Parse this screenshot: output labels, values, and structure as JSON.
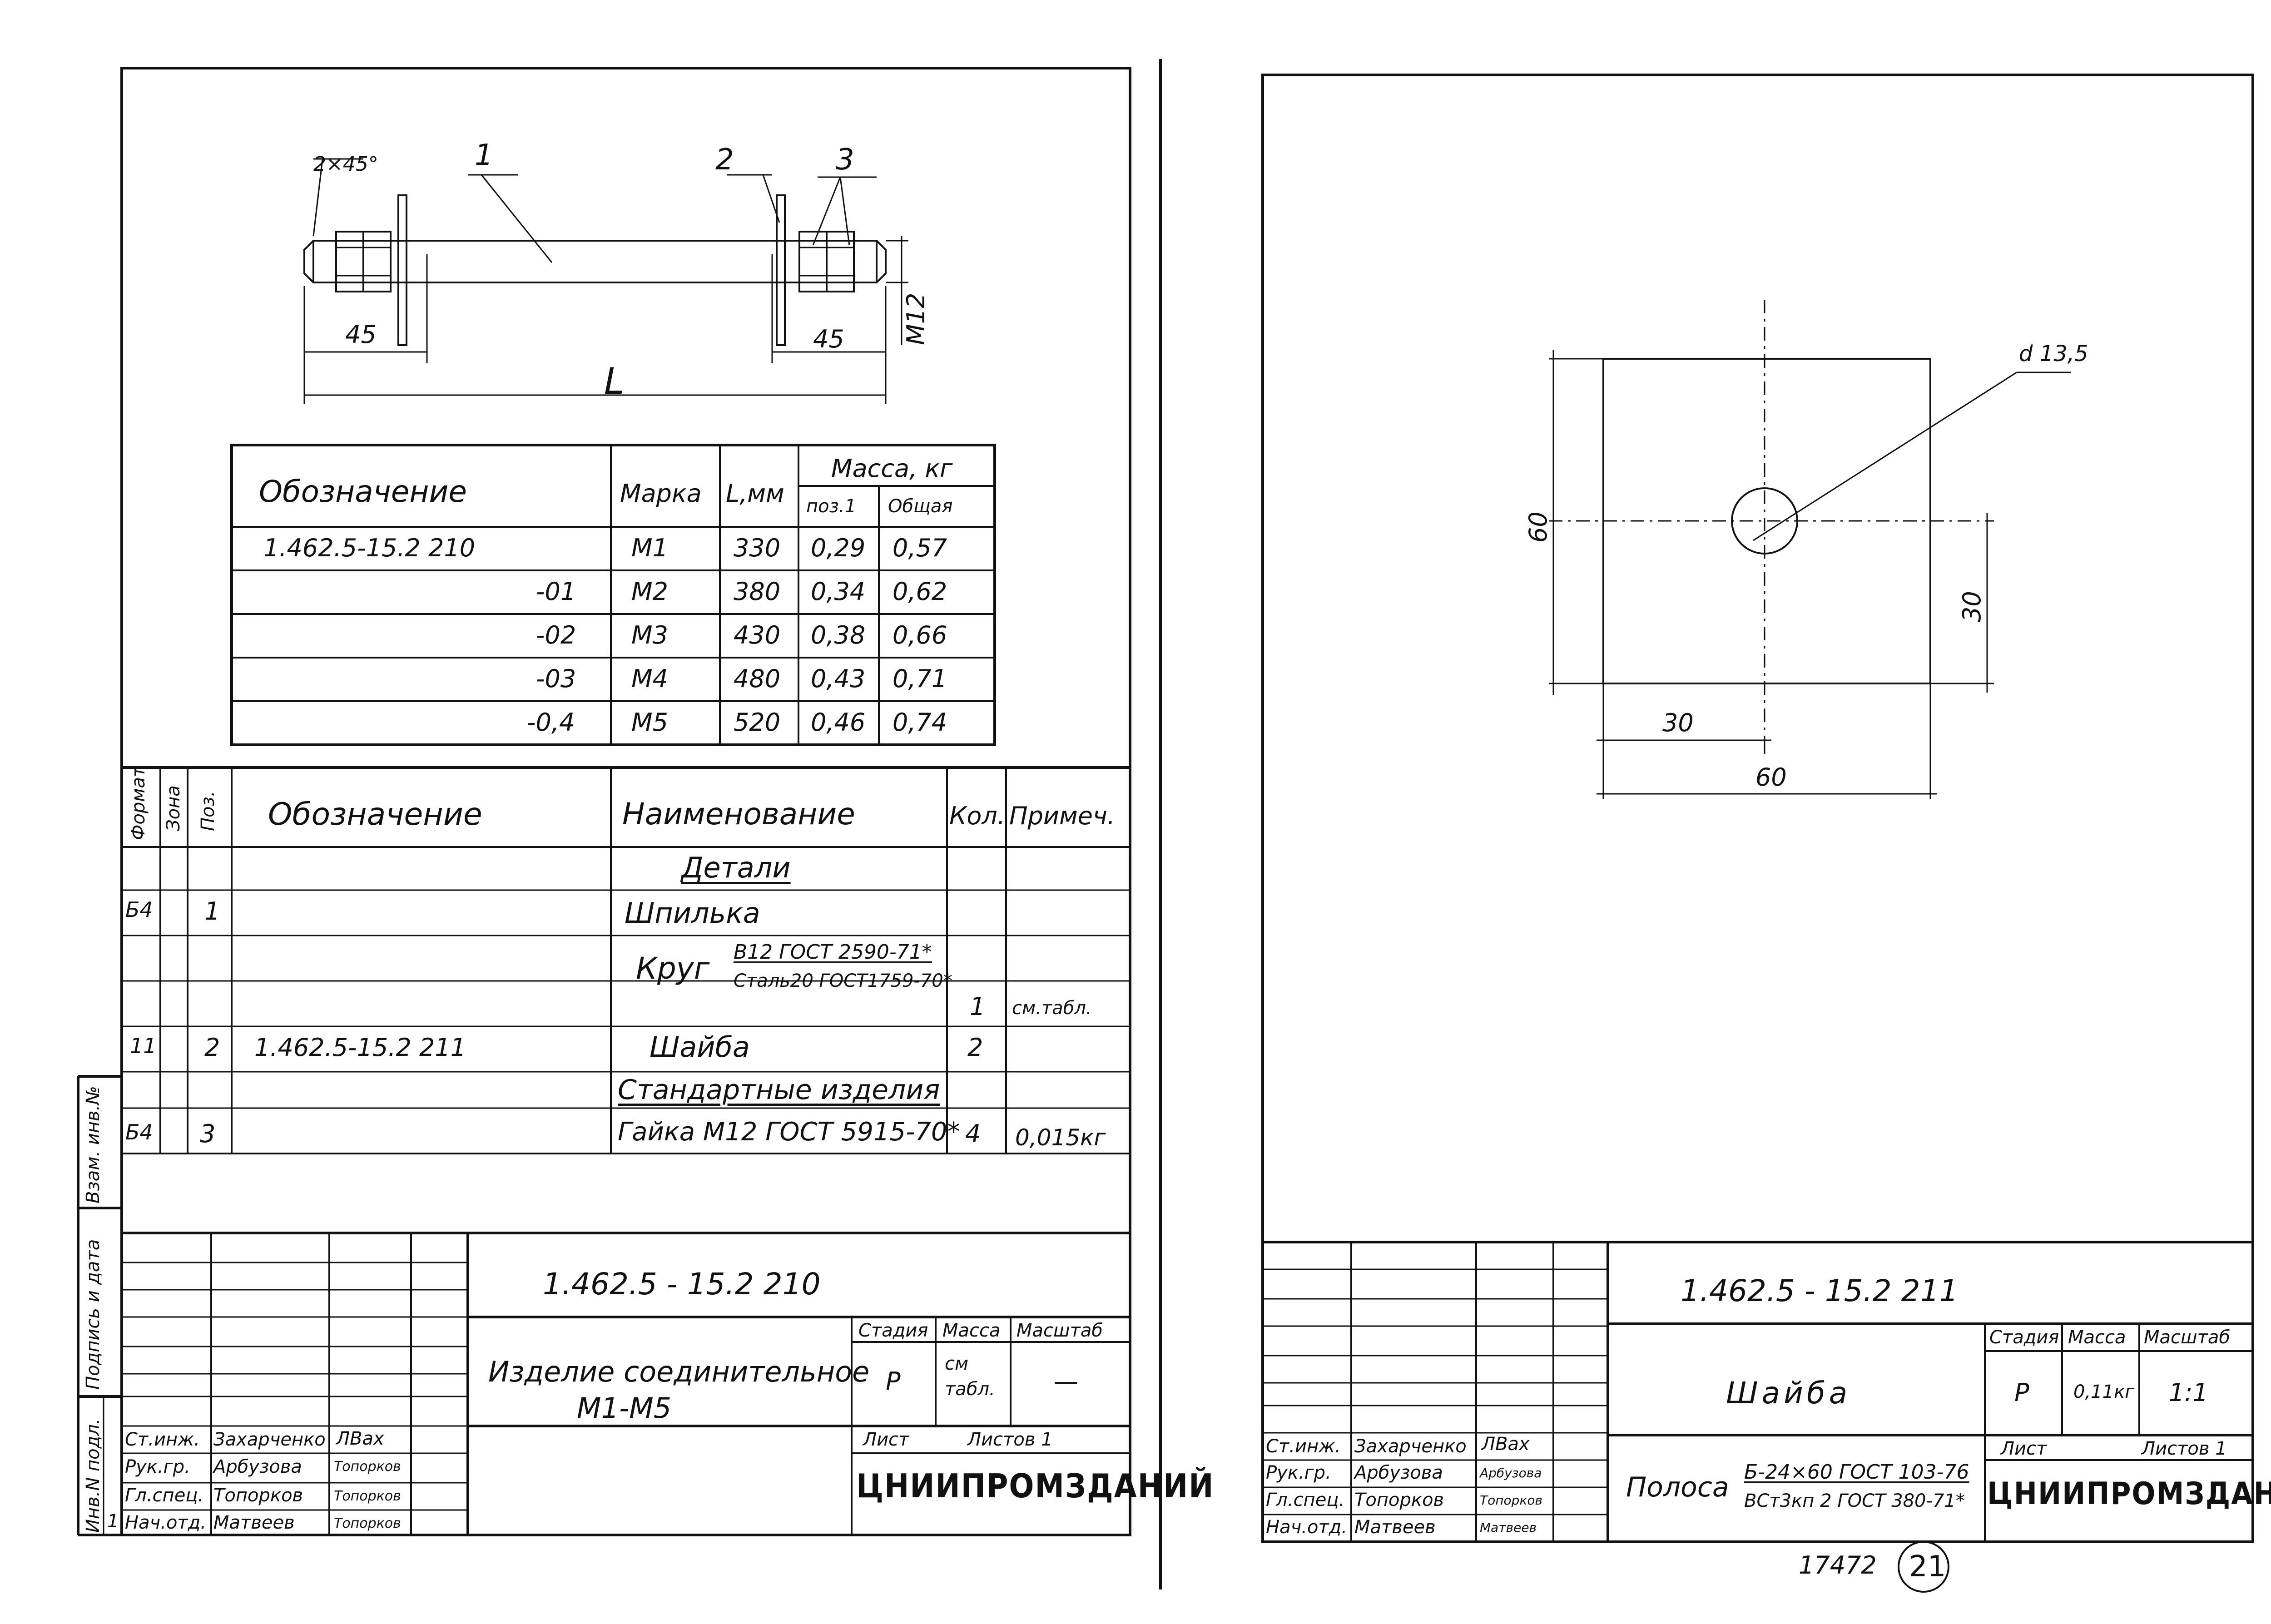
{
  "sheet_left": {
    "drawing": {
      "chamfer": "2×45°",
      "pos_1": "1",
      "pos_2": "2",
      "pos_3": "3",
      "dim_45_left": "45",
      "dim_45_right": "45",
      "dim_m12": "М12",
      "dim_L": "L"
    },
    "variants_table": {
      "h_designation": "Обозначение",
      "h_mark": "Марка",
      "h_length": "L,мм",
      "h_mass": "Масса, кг",
      "h_mass_pos1": "поз.1",
      "h_mass_total": "Общая",
      "rows": [
        {
          "designation": "1.462.5-15.2  210",
          "mark": "М1",
          "length": "330",
          "pos1": "0,29",
          "total": "0,57"
        },
        {
          "designation": "-01",
          "mark": "М2",
          "length": "380",
          "pos1": "0,34",
          "total": "0,62"
        },
        {
          "designation": "-02",
          "mark": "М3",
          "length": "430",
          "pos1": "0,38",
          "total": "0,66"
        },
        {
          "designation": "-03",
          "mark": "М4",
          "length": "480",
          "pos1": "0,43",
          "total": "0,71"
        },
        {
          "designation": "-0,4",
          "mark": "М5",
          "length": "520",
          "pos1": "0,46",
          "total": "0,74"
        }
      ]
    },
    "spec": {
      "h_format": "Формат",
      "h_zone": "Зона",
      "h_pos": "Поз.",
      "h_designation": "Обозначение",
      "h_name": "Наименование",
      "h_qty": "Кол.",
      "h_note": "Примеч.",
      "sec_details": "Детали",
      "sec_standard": "Стандартные изделия",
      "r1_format": "Б4",
      "r1_pos": "1",
      "r1_name": "Шпилька",
      "r1b_name": "Круг",
      "r1b_frac_top": "В12 ГОСТ 2590-71*",
      "r1b_frac_bottom": "Сталь20 ГОСТ1759-70*",
      "r1b_qty": "1",
      "r1b_note": "см.табл.",
      "r2_format": "11",
      "r2_pos": "2",
      "r2_designation": "1.462.5-15.2  211",
      "r2_name": "Шайба",
      "r2_qty": "2",
      "r3_format": "Б4",
      "r3_pos": "3",
      "r3_name": "Гайка М12 ГОСТ 5915-70*",
      "r3_qty": "4",
      "r3_note": "0,015кг"
    },
    "side_stamp": {
      "inv_podl": "Инв.N подл.",
      "podpis_data": "Подпись и дата",
      "vzam_inv": "Взам. инв.№",
      "inv_value": "1"
    },
    "title_block": {
      "code": "1.462.5 - 15.2  210",
      "name_line1": "Изделие соединительное",
      "name_line2": "М1-М5",
      "stage_label": "Стадия",
      "mass_label": "Масса",
      "scale_label": "Масштаб",
      "stage": "Р",
      "mass": "см табл.",
      "scale": "—",
      "sheet_label": "Лист",
      "sheets_label": "Листов 1",
      "org": "ЦНИИПРОМЗДАНИЙ",
      "people": [
        {
          "role": "Ст.инж.",
          "name": "Захарченко",
          "sign": "ЛВах"
        },
        {
          "role": "Рук.гр.",
          "name": "Арбузова",
          "sign": "Топорков"
        },
        {
          "role": "Гл.спец.",
          "name": "Топорков",
          "sign": "Топорков"
        },
        {
          "role": "Нач.отд.",
          "name": "Матвеев",
          "sign": "Топорков"
        }
      ]
    }
  },
  "sheet_right": {
    "drawing": {
      "hole": "d 13,5",
      "dim_60_v": "60",
      "dim_30_v": "30",
      "dim_30_h": "30",
      "dim_60_h": "60"
    },
    "title_block": {
      "code": "1.462.5 - 15.2  211",
      "name": "Шайба",
      "stage_label": "Стадия",
      "mass_label": "Масса",
      "scale_label": "Масштаб",
      "stage": "Р",
      "mass": "0,11кг",
      "scale": "1:1",
      "sheet_label": "Лист",
      "sheets_label": "Листов 1",
      "material_label": "Полоса",
      "material_top": "Б-24×60 ГОСТ 103-76",
      "material_bottom": "ВСт3кп 2 ГОСТ 380-71*",
      "org": "ЦНИИПРОМЗДАНИЙ",
      "people": [
        {
          "role": "Ст.инж.",
          "name": "Захарченко",
          "sign": "ЛВах"
        },
        {
          "role": "Рук.гр.",
          "name": "Арбузова",
          "sign": "Арбузова"
        },
        {
          "role": "Гл.спец.",
          "name": "Топорков",
          "sign": "Топорков"
        },
        {
          "role": "Нач.отд.",
          "name": "Матвеев",
          "sign": "Матвеев"
        }
      ]
    },
    "footer": {
      "archive_no": "17472",
      "page_no": "21"
    }
  }
}
